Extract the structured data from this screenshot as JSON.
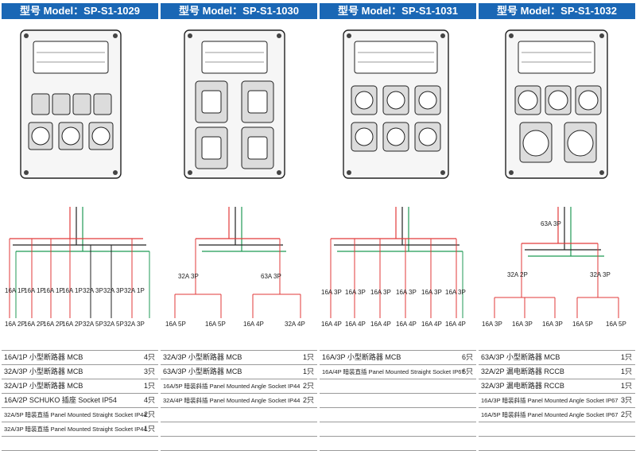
{
  "colors": {
    "header_bg": "#1a67b5",
    "header_text": "#ffffff",
    "wire_red": "#e23a3a",
    "wire_green": "#1f9a55",
    "wire_black": "#222222",
    "enclosure_fill": "#f6f6f6",
    "socket_fill": "#dcdcdc"
  },
  "models": [
    {
      "title": "型号 Model：SP-S1-1029",
      "wiring_labels": [
        "16A 1P",
        "16A 1P",
        "16A 1P",
        "16A 1P",
        "32A 3P",
        "32A 3P",
        "32A 1P"
      ],
      "socket_labels": [
        "16A 2P",
        "16A 2P",
        "16A 2P",
        "16A 2P",
        "32A 5P",
        "32A 5P",
        "32A 3P"
      ],
      "bom": [
        {
          "desc": "16A/1P 小型断路器 MCB",
          "qty": "4只"
        },
        {
          "desc": "32A/3P 小型断路器 MCB",
          "qty": "3只"
        },
        {
          "desc": "32A/1P 小型断路器 MCB",
          "qty": "1只"
        },
        {
          "desc": "16A/2P SCHUKO 插座 Socket  IP54",
          "qty": "4只"
        },
        {
          "desc": "32A/5P 暗装直插 Panel Mounted Straight Socket IP44",
          "qty": "2只"
        },
        {
          "desc": "32A/3P 暗装直插 Panel Mounted Straight Socket IP44",
          "qty": "1只"
        },
        {
          "desc": "",
          "qty": ""
        }
      ]
    },
    {
      "title": "型号 Model：SP-S1-1030",
      "wiring_labels": [
        "32A 3P",
        "63A 3P"
      ],
      "socket_labels": [
        "16A 5P",
        "16A 5P",
        "16A 4P",
        "32A 4P"
      ],
      "bom": [
        {
          "desc": "32A/3P 小型断路器 MCB",
          "qty": "1只"
        },
        {
          "desc": "63A/3P 小型断路器 MCB",
          "qty": "1只"
        },
        {
          "desc": "16A/5P 暗装斜插 Panel Mounted Angle Socket IP44",
          "qty": "2只"
        },
        {
          "desc": "32A/4P 暗装斜插 Panel Mounted Angle Socket IP44",
          "qty": "2只"
        },
        {
          "desc": "",
          "qty": ""
        },
        {
          "desc": "",
          "qty": ""
        },
        {
          "desc": "",
          "qty": ""
        }
      ]
    },
    {
      "title": "型号 Model：SP-S1-1031",
      "wiring_labels": [
        "16A 3P",
        "16A 3P",
        "16A 3P",
        "16A 3P",
        "16A 3P",
        "16A 3P"
      ],
      "socket_labels": [
        "16A 4P",
        "16A 4P",
        "16A 4P",
        "16A 4P",
        "16A 4P",
        "16A 4P"
      ],
      "bom": [
        {
          "desc": "16A/3P 小型断路器 MCB",
          "qty": "6只"
        },
        {
          "desc": "16A/4P 暗装直插 Panel Mounted Straight Socket IP67",
          "qty": "6只"
        },
        {
          "desc": "",
          "qty": ""
        },
        {
          "desc": "",
          "qty": ""
        },
        {
          "desc": "",
          "qty": ""
        },
        {
          "desc": "",
          "qty": ""
        },
        {
          "desc": "",
          "qty": ""
        }
      ]
    },
    {
      "title": "型号 Model：SP-S1-1032",
      "wiring_labels": [
        "63A 3P",
        "32A 2P",
        "32A 3P"
      ],
      "socket_labels": [
        "16A 3P",
        "16A 3P",
        "16A 3P",
        "16A 5P",
        "16A 5P"
      ],
      "bom": [
        {
          "desc": "63A/3P 小型断路器 MCB",
          "qty": "1只"
        },
        {
          "desc": "32A/2P 漏电断路器 RCCB",
          "qty": "1只"
        },
        {
          "desc": "32A/3P 漏电断路器 RCCB",
          "qty": "1只"
        },
        {
          "desc": "16A/3P 暗装斜插 Panel Mounted Angle Socket IP67",
          "qty": "3只"
        },
        {
          "desc": "16A/5P 暗装斜插 Panel Mounted Angle Socket IP67",
          "qty": "2只"
        },
        {
          "desc": "",
          "qty": ""
        },
        {
          "desc": "",
          "qty": ""
        }
      ]
    }
  ]
}
